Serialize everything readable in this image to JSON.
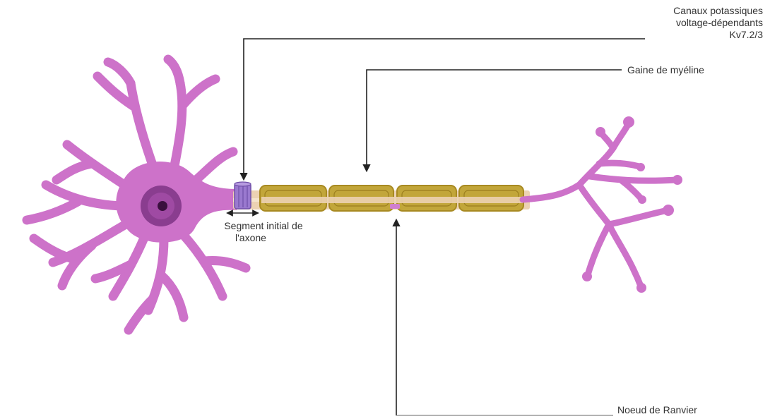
{
  "labels": {
    "kv_channels": [
      "Canaux potassiques",
      "voltage-dépendants",
      "Kv7.2/3"
    ],
    "myelin_sheath": "Gaine de myéline",
    "axon_initial_segment": [
      "Segment initial de",
      "l'axone"
    ],
    "node_of_ranvier": "Noeud de Ranvier"
  },
  "colors": {
    "neuron_body": "#cd72c9",
    "neuron_outline": "#b35cb0",
    "nucleus": "#8a3d8f",
    "nucleolus": "#3a0f3e",
    "axon_core": "#ecd2b3",
    "myelin_fill": "#c2a63a",
    "myelin_outline": "#a88a22",
    "channel": "#9a79cf",
    "arrow_line": "#222222"
  }
}
